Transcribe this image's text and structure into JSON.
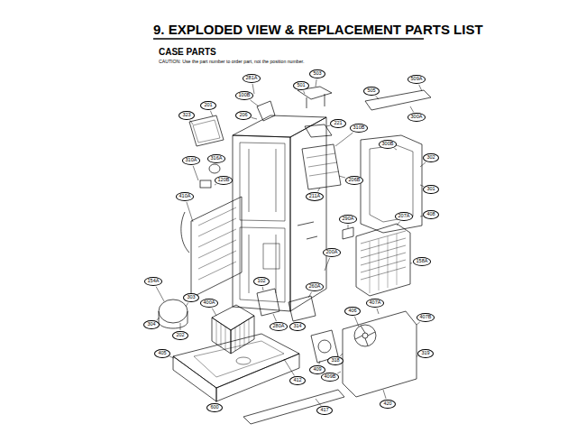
{
  "diagram": {
    "title": "9. EXPLODED VIEW & REPLACEMENT PARTS LIST",
    "nodes": [
      {
        "text": [
          "503"
        ]
      },
      {
        "text": [
          "281A"
        ]
      },
      {
        "text": [
          "501"
        ]
      },
      {
        "text": [
          "505"
        ]
      },
      {
        "text": [
          "509A"
        ]
      },
      {
        "text": [
          "300A"
        ]
      },
      {
        "text": [
          "100B"
        ]
      },
      {
        "text": [
          "201"
        ]
      },
      {
        "text": [
          "206"
        ]
      },
      {
        "text": [
          "323"
        ]
      },
      {
        "text": [
          "310A"
        ]
      },
      {
        "text": [
          "316A"
        ]
      },
      {
        "text": [
          "410A"
        ]
      },
      {
        "text": [
          "120B"
        ]
      },
      {
        "text": [
          "221"
        ]
      },
      {
        "text": [
          "310B"
        ]
      },
      {
        "text": [
          "300B"
        ]
      },
      {
        "text": [
          "211A"
        ]
      },
      {
        "text": [
          "206B"
        ]
      },
      {
        "text": [
          "302"
        ]
      },
      {
        "text": [
          "301"
        ]
      },
      {
        "text": [
          "408"
        ]
      },
      {
        "text": [
          "290A"
        ]
      },
      {
        "text": [
          "200A"
        ]
      },
      {
        "text": [
          "207A"
        ]
      },
      {
        "text": [
          "158A"
        ]
      },
      {
        "text": [
          "154A"
        ]
      },
      {
        "text": [
          "303"
        ]
      },
      {
        "text": [
          "304"
        ]
      },
      {
        "text": [
          "202"
        ]
      },
      {
        "text": [
          "102"
        ]
      },
      {
        "text": [
          "280A"
        ]
      },
      {
        "text": [
          "260A"
        ]
      },
      {
        "text": [
          "314"
        ]
      },
      {
        "text": [
          "405"
        ]
      },
      {
        "text": [
          "400A"
        ]
      },
      {
        "text": [
          "409"
        ]
      },
      {
        "text": [
          "406"
        ]
      },
      {
        "text": [
          "407A"
        ]
      },
      {
        "text": [
          "407B"
        ]
      },
      {
        "text": [
          "319"
        ]
      },
      {
        "text": [
          "318"
        ]
      },
      {
        "text": [
          "409B"
        ]
      },
      {
        "text": [
          "600"
        ]
      },
      {
        "text": [
          "412"
        ]
      },
      {
        "text": [
          "417"
        ]
      },
      {
        "text": [
          "420"
        ]
      }
    ],
    "labels": [
      "CASE PARTS",
      "CAUTION: Use the part number to order part, not the position number."
    ]
  }
}
